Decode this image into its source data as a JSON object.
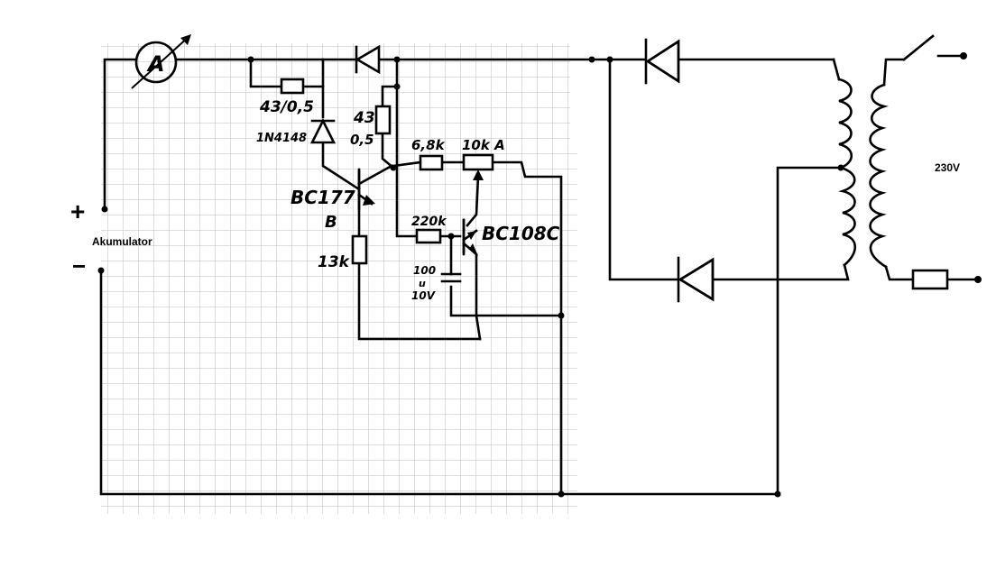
{
  "labels": {
    "r_43_05": "43/0,5",
    "diode_1n4148": "1N4148",
    "r_43": "43",
    "r_43_sub": "0,5",
    "r_6k8": "6,8k",
    "pot_10k": "10k A",
    "q1": "BC177",
    "q1_sub": "B",
    "r_220k": "220k",
    "q2": "BC108C",
    "r_13k": "13k",
    "cap_value": "100",
    "cap_mid": "u",
    "cap_volt": "10V",
    "battery": "Akumulator",
    "plus": "+",
    "minus": "−",
    "meter": "A",
    "mains": "230V"
  },
  "icons": {
    "meter": "ammeter-icon",
    "diode": "diode-icon",
    "switch": "switch-icon"
  },
  "colors": {
    "ink": "#000000",
    "grid": "#b8b8b8",
    "paper": "#ffffff"
  }
}
